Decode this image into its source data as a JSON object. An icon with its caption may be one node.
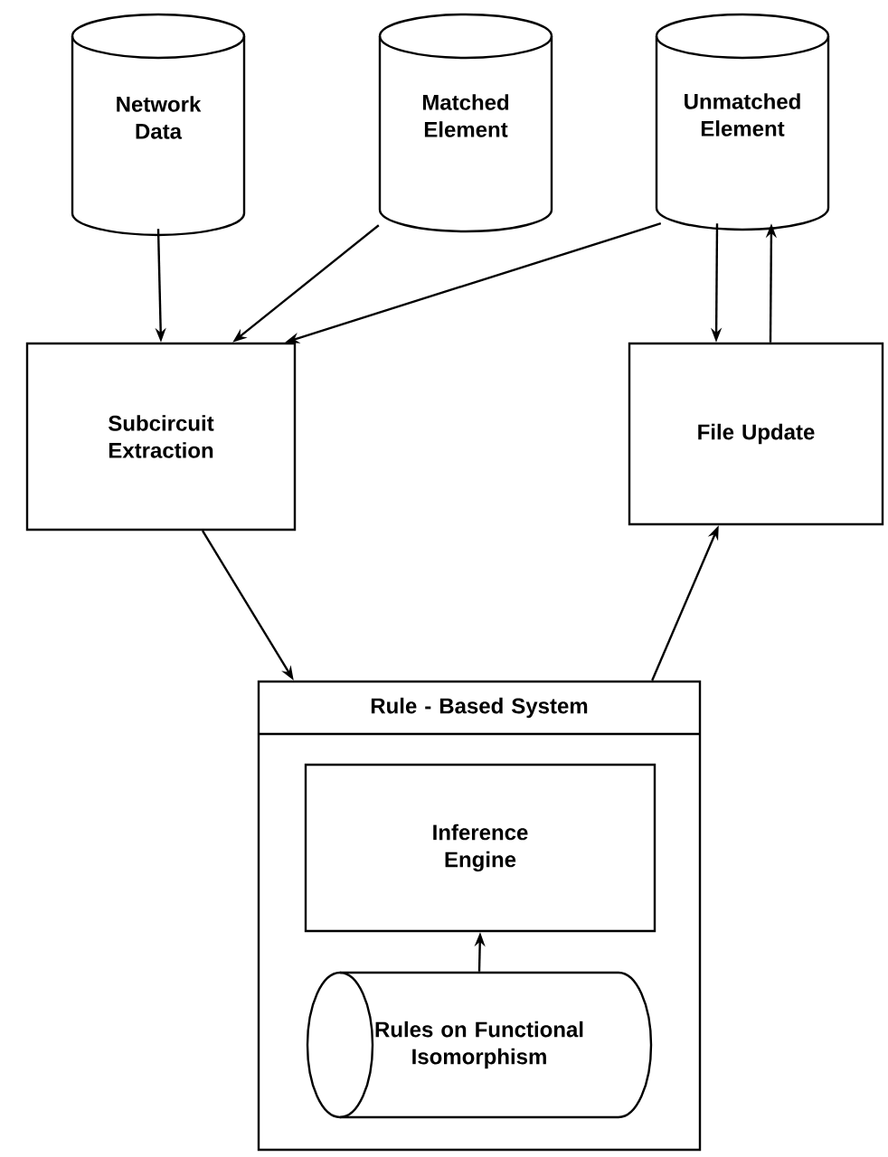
{
  "diagram": {
    "nodes": [
      {
        "text": [
          "Network Data"
        ]
      },
      {
        "text": [
          "Matched Element"
        ]
      },
      {
        "text": [
          "Unmatched Element"
        ]
      },
      {
        "text": [
          "Subcircuit Extraction"
        ]
      },
      {
        "text": [
          "File Update"
        ]
      },
      {
        "text": [
          "Rule - Based System"
        ]
      },
      {
        "text": [
          "Inference Engine"
        ],
        "in": 5
      },
      {
        "text": [
          "Rules on Functional Isomorphism"
        ],
        "in": 5
      }
    ],
    "edges": [
      {
        "from": 0,
        "to": 3,
        "arrow": "to"
      },
      {
        "from": 1,
        "to": 3,
        "arrow": "to"
      },
      {
        "from": 2,
        "to": 3,
        "arrow": "to"
      },
      {
        "from": 2,
        "to": 4,
        "arrow": "to"
      },
      {
        "from": 4,
        "to": 2,
        "arrow": "to"
      },
      {
        "from": 3,
        "to": 5,
        "arrow": "to"
      },
      {
        "from": 5,
        "to": 4,
        "arrow": "to"
      },
      {
        "from": 7,
        "to": 6,
        "arrow": "to"
      }
    ]
  }
}
